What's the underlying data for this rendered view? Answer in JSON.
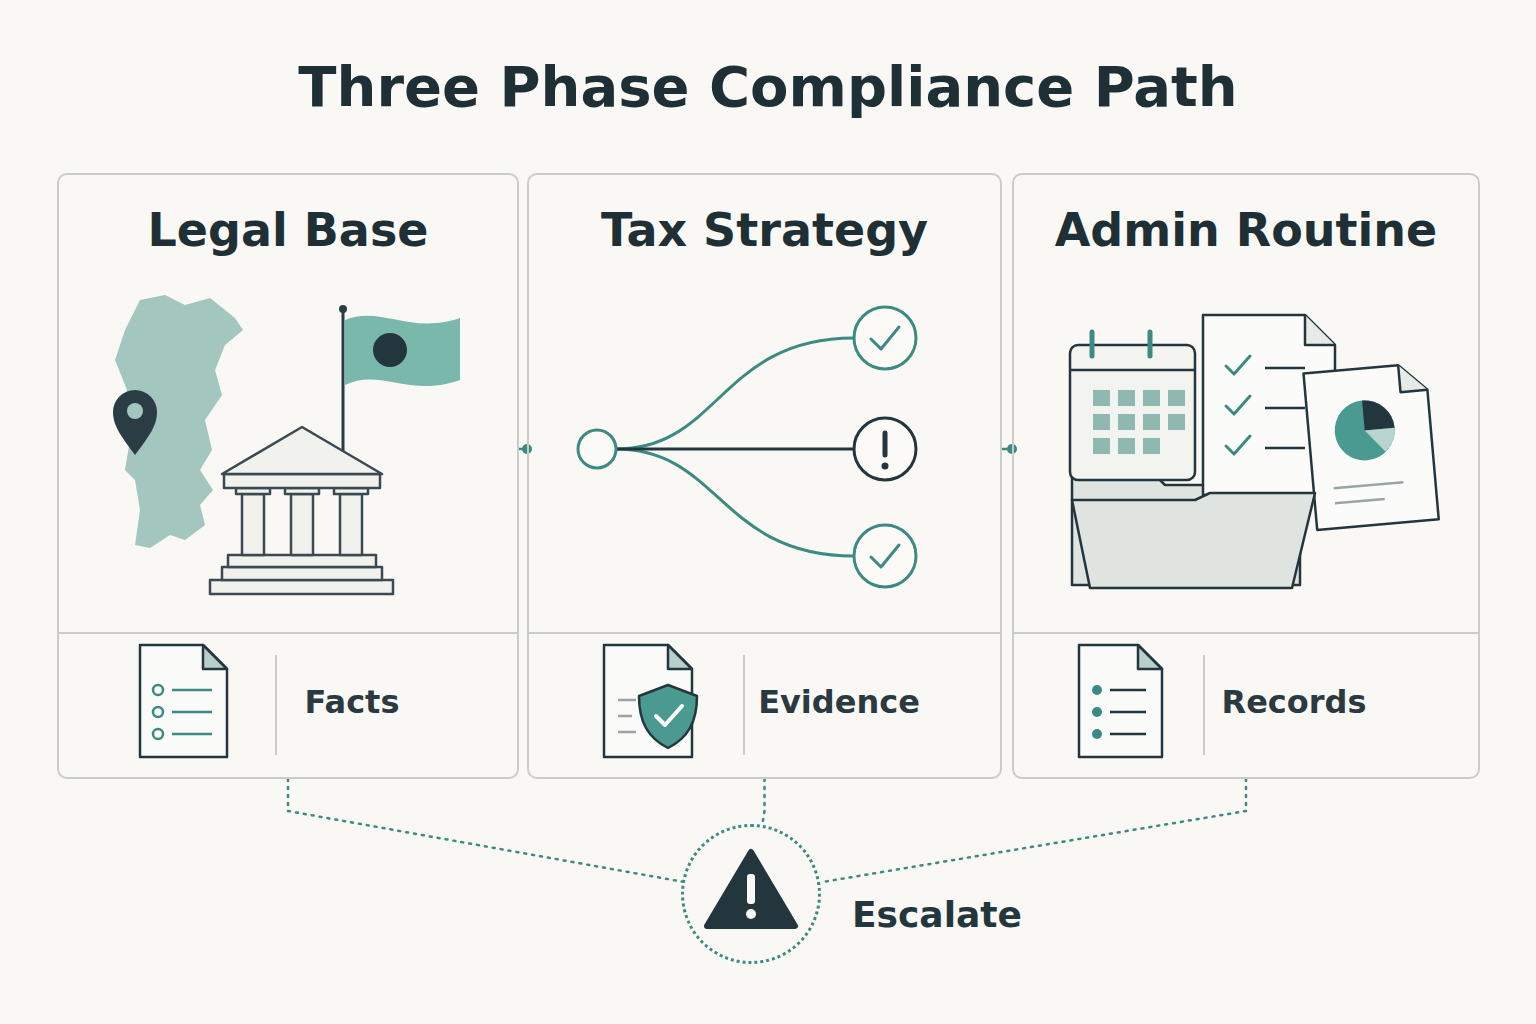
{
  "diagram": {
    "title": "Three Phase Compliance Path",
    "nodes": [
      {
        "text": [
          "Legal Base",
          "Facts"
        ]
      },
      {
        "text": [
          "Tax Strategy",
          "Evidence"
        ]
      },
      {
        "text": [
          "Admin Routine",
          "Records"
        ]
      },
      {
        "text": [
          "Escalate"
        ]
      }
    ],
    "edges": [
      {
        "from": 0,
        "to": 1,
        "arrow": "none"
      },
      {
        "from": 1,
        "to": 2,
        "arrow": "none"
      },
      {
        "from": 0,
        "to": 3,
        "arrow": "none"
      },
      {
        "from": 1,
        "to": 3,
        "arrow": "none"
      },
      {
        "from": 2,
        "to": 3,
        "arrow": "none"
      }
    ]
  }
}
